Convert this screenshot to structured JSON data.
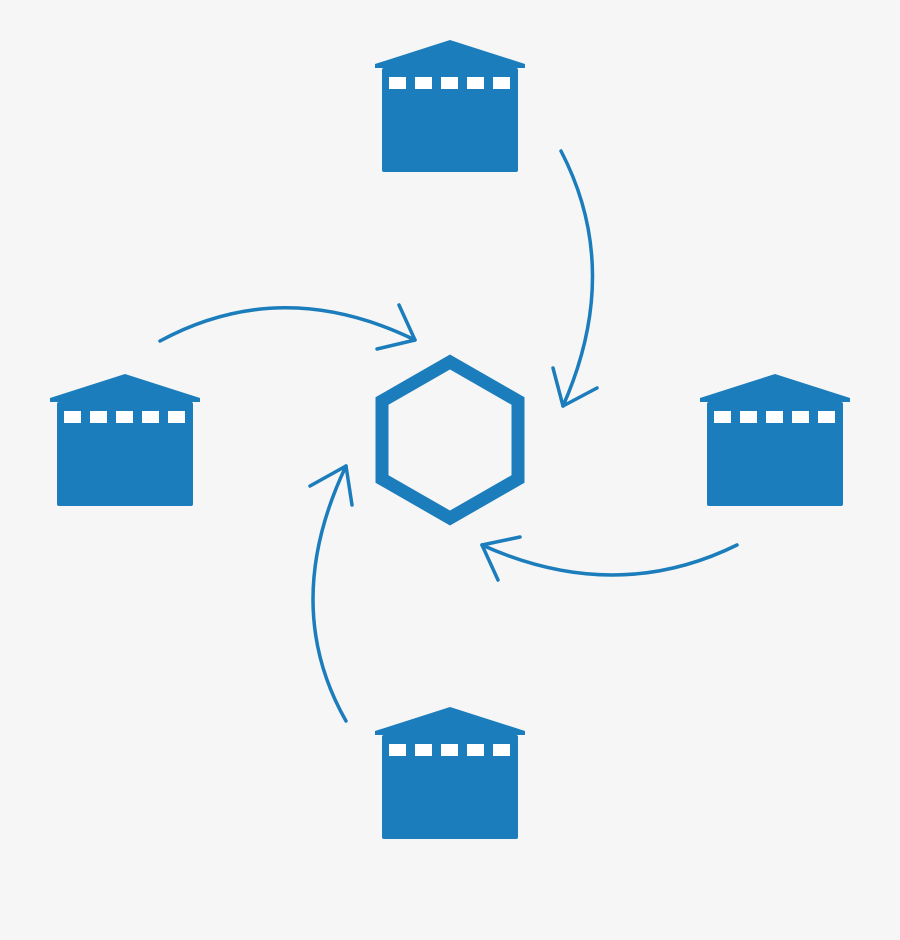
{
  "diagram": {
    "background": "#f6f6f6",
    "accent": "#1b7dbc",
    "hub": {
      "icon": "hexagon-icon"
    },
    "warehouses": [
      {
        "id": "top",
        "icon": "warehouse-icon"
      },
      {
        "id": "left",
        "icon": "warehouse-icon"
      },
      {
        "id": "right",
        "icon": "warehouse-icon"
      },
      {
        "id": "bottom",
        "icon": "warehouse-icon"
      }
    ],
    "arrows": [
      {
        "from": "top",
        "to": "hub"
      },
      {
        "from": "left",
        "to": "hub"
      },
      {
        "from": "right",
        "to": "hub"
      },
      {
        "from": "bottom",
        "to": "hub"
      }
    ]
  }
}
